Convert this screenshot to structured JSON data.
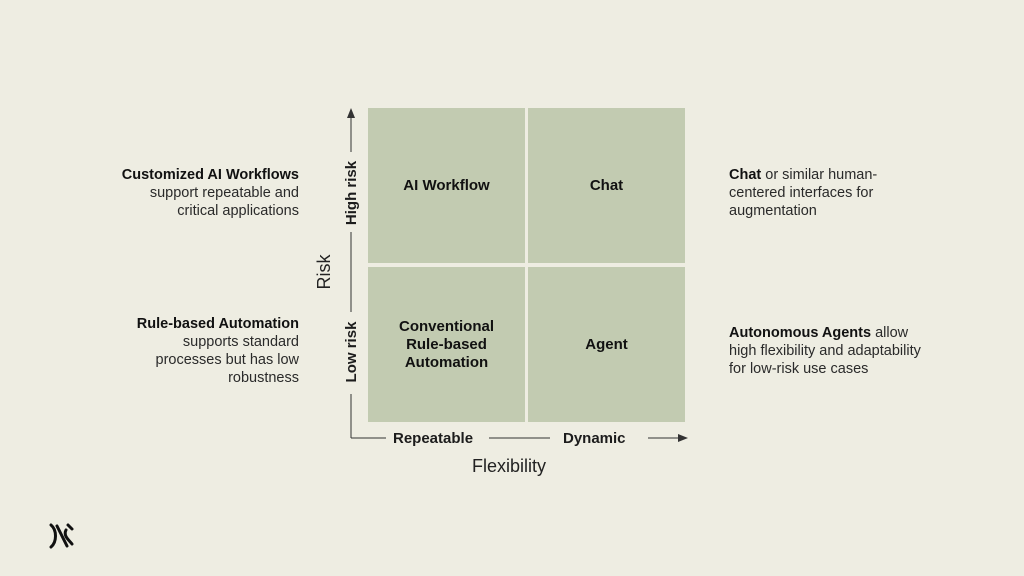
{
  "left": {
    "top": {
      "bold": "Customized AI Workflows",
      "lines": [
        "support repeatable and",
        "critical applications"
      ]
    },
    "bottom": {
      "bold": "Rule-based Automation",
      "lines": [
        "supports standard",
        "processes but has low",
        "robustness"
      ]
    }
  },
  "right": {
    "top": {
      "bold": "Chat",
      "rest": " or similar human-",
      "lines": [
        "centered interfaces for",
        "augmentation"
      ]
    },
    "bottom": {
      "bold": "Autonomous Agents",
      "rest": " allow",
      "lines": [
        "high flexibility and adaptability",
        "for low-risk use cases"
      ]
    }
  },
  "quadrants": {
    "top_left": [
      "AI Workflow"
    ],
    "top_right": [
      "Chat"
    ],
    "bottom_left": [
      "Conventional",
      "Rule-based",
      "Automation"
    ],
    "bottom_right": [
      "Agent"
    ]
  },
  "axes": {
    "y_title": "Risk",
    "y_high": "High risk",
    "y_low": "Low risk",
    "x_title": "Flexibility",
    "x_left": "Repeatable",
    "x_right": "Dynamic"
  }
}
